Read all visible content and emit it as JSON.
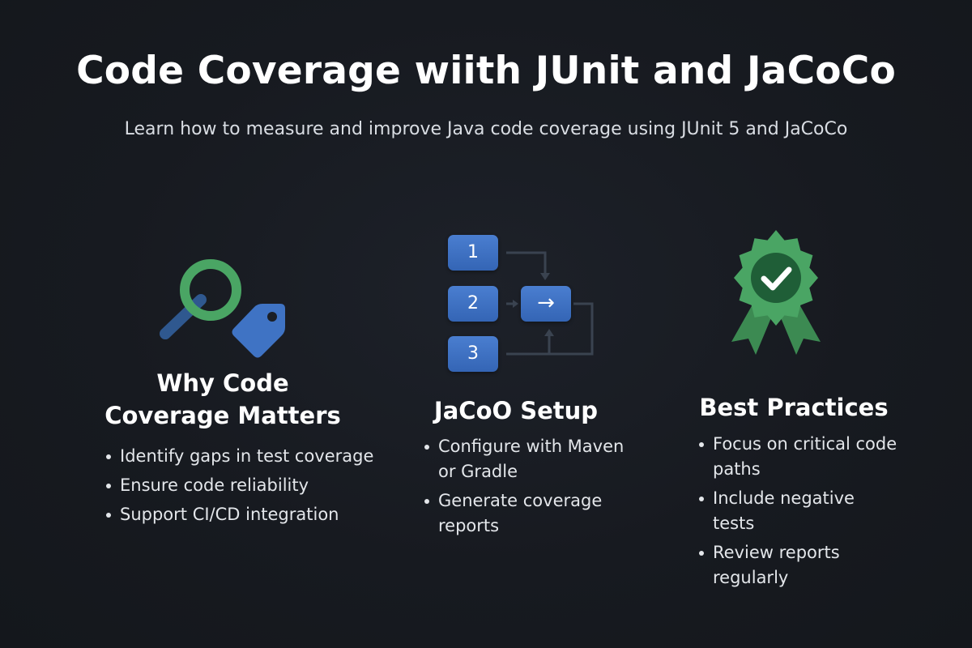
{
  "header": {
    "title": "Code Coverage wiith JUnit and JaCoCo",
    "subtitle": "Learn how to measure and improve Java code coverage using JUnit 5 and JaCoCo"
  },
  "columns": [
    {
      "icon": "magnifier-tag-icon",
      "heading": "Why Code Coverage Matters",
      "points": [
        "Identify gaps in test coverage",
        "Ensure code reliability",
        "Support CI/CD integration"
      ]
    },
    {
      "icon": "numbered-steps-flow-icon",
      "heading": "JaCoO Setup",
      "steps": [
        "1",
        "2",
        "3"
      ],
      "arrow_glyph": "→",
      "points": [
        "Configure with Maven or Gradle",
        "Generate coverage reports"
      ]
    },
    {
      "icon": "award-badge-check-icon",
      "heading": "Best Practices",
      "points": [
        "Focus on critical code paths",
        "Include negative tests",
        "Review reports regularly"
      ]
    }
  ],
  "colors": {
    "background": "#171a20",
    "accent_green": "#4aa564",
    "accent_blue": "#3f73c4",
    "text": "#ffffff"
  }
}
